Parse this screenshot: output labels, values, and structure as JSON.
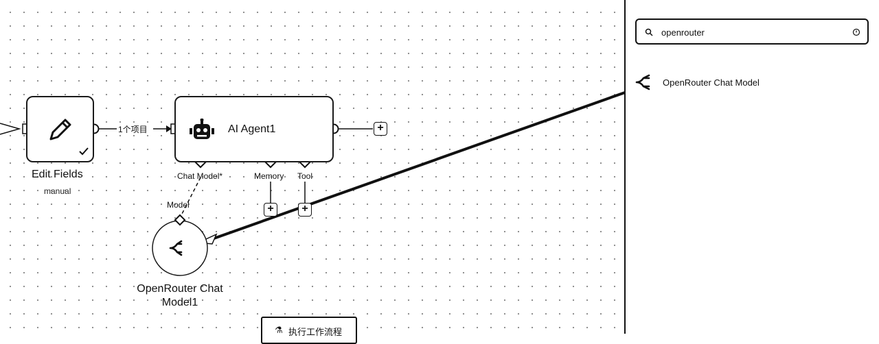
{
  "canvas": {
    "edit_fields": {
      "title": "Edit Fields",
      "subtitle": "manual",
      "icon": "pencil-icon",
      "status_icon": "checkmark-icon"
    },
    "connection_label": "1个项目",
    "ai_agent": {
      "title": "AI Agent1",
      "icon": "robot-icon"
    },
    "ports": {
      "chat_model": "Chat Model*",
      "memory": "Memory",
      "tool": "Tool"
    },
    "model_port_label": "Model",
    "openrouter_node": {
      "title_line1": "OpenRouter Chat",
      "title_line2": "Model1",
      "icon": "openrouter-icon"
    },
    "bottom_button": {
      "label": "执行工作流程",
      "icon": "flask-icon"
    }
  },
  "panel": {
    "search": {
      "value": "openrouter",
      "placeholder": "",
      "icon": "search-icon",
      "clear_icon": "clear-icon"
    },
    "results": [
      {
        "label": "OpenRouter Chat Model",
        "icon": "openrouter-icon"
      }
    ]
  },
  "colors": {
    "stroke": "#1a1a1a",
    "canvas_dot": "#8a8a8a",
    "background": "#ffffff"
  }
}
